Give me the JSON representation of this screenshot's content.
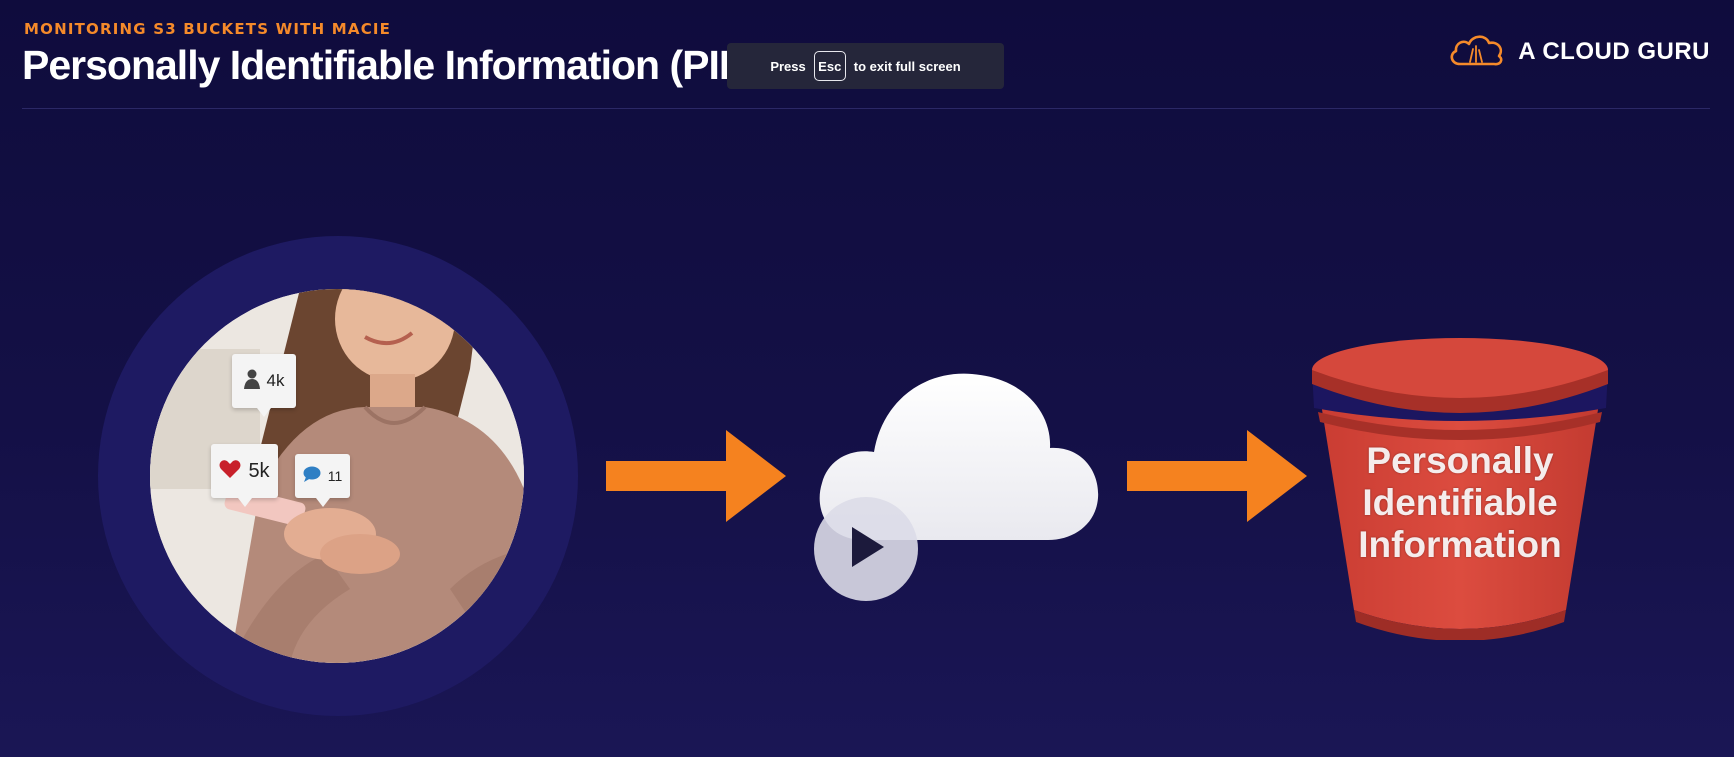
{
  "header": {
    "eyebrow": "MONITORING S3 BUCKETS WITH MACIE",
    "title": "Personally Identifiable Information (PII)"
  },
  "fullscreen_banner": {
    "press": "Press",
    "key": "Esc",
    "suffix": "to exit full screen"
  },
  "brand": {
    "name": "A CLOUD GURU",
    "logo_icon": "cloud-logo-icon"
  },
  "diagram": {
    "photo_badges": {
      "followers": "4k",
      "likes": "5k",
      "comments": "11"
    },
    "bucket_label": [
      "Personally",
      "Identifiable",
      "Information"
    ],
    "icons": [
      "user-icon",
      "heart-icon",
      "comment-icon",
      "arrow-right-icon",
      "cloud-icon",
      "play-icon",
      "s3-bucket-icon"
    ]
  },
  "colors": {
    "background": "#141046",
    "accent_orange": "#f58a2a",
    "arrow_orange": "#f5821f",
    "bucket_red": "#d9483c",
    "halo": "#1e1a62"
  }
}
